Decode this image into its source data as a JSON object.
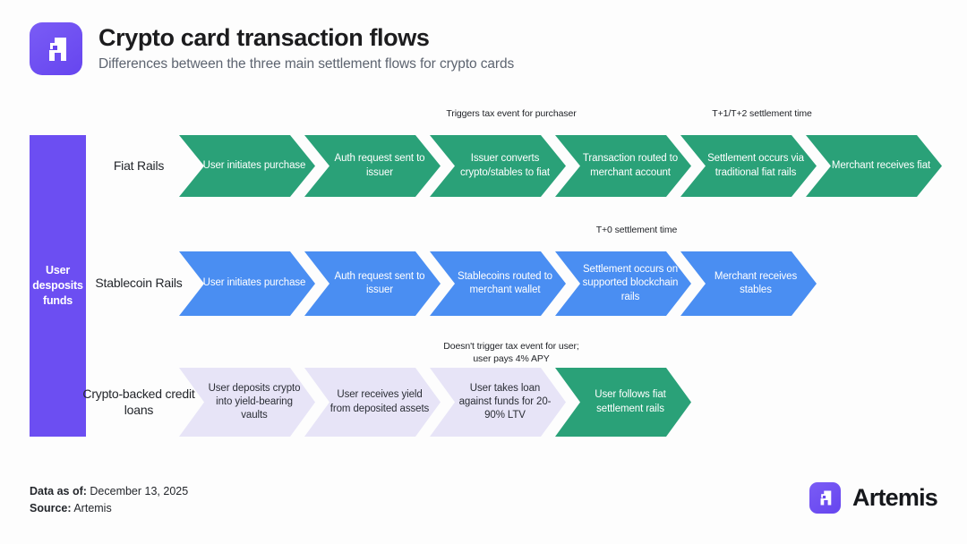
{
  "header": {
    "title": "Crypto card transaction flows",
    "subtitle": "Differences between the three main settlement flows for crypto cards",
    "logo_icon": "artemis-logo-icon",
    "brand_color": "#6c4ef2"
  },
  "diagram": {
    "entry": {
      "label": "User desposits funds",
      "color": "#6c4ef2"
    },
    "colors": {
      "green": "#2aa178",
      "blue": "#4a8ef2",
      "lavender": "#e7e4f7"
    },
    "rows": [
      {
        "label": "Fiat Rails",
        "color": "#2aa178",
        "steps": [
          {
            "text": "User initiates purchase",
            "style": "green",
            "note": ""
          },
          {
            "text": "Auth request sent to issuer",
            "style": "green",
            "note": ""
          },
          {
            "text": "Issuer converts crypto/stables to fiat",
            "style": "green",
            "note": "Triggers tax event for purchaser"
          },
          {
            "text": "Transaction routed to merchant account",
            "style": "green",
            "note": ""
          },
          {
            "text": "Settlement occurs via traditional fiat rails",
            "style": "green",
            "note": "T+1/T+2 settlement time"
          },
          {
            "text": "Merchant receives fiat",
            "style": "green",
            "note": ""
          }
        ]
      },
      {
        "label": "Stablecoin Rails",
        "color": "#4a8ef2",
        "steps": [
          {
            "text": "User initiates purchase",
            "style": "blue",
            "note": ""
          },
          {
            "text": "Auth request sent to issuer",
            "style": "blue",
            "note": ""
          },
          {
            "text": "Stablecoins routed to merchant wallet",
            "style": "blue",
            "note": ""
          },
          {
            "text": "Settlement occurs on supported blockchain rails",
            "style": "blue",
            "note": "T+0 settlement time"
          },
          {
            "text": "Merchant receives stables",
            "style": "blue",
            "note": ""
          }
        ]
      },
      {
        "label": "Crypto-backed credit loans",
        "color": "#e7e4f7",
        "steps": [
          {
            "text": "User deposits crypto into yield-bearing vaults",
            "style": "lav",
            "note": ""
          },
          {
            "text": "User receives yield from deposited assets",
            "style": "lav",
            "note": ""
          },
          {
            "text": "User takes loan against funds for 20-90% LTV",
            "style": "lav",
            "note": "Doesn't trigger tax event for user; user pays 4% APY"
          },
          {
            "text": "User follows fiat settlement rails",
            "style": "green",
            "note": ""
          }
        ]
      }
    ]
  },
  "footer": {
    "data_as_of_label": "Data as of:",
    "data_as_of_value": "December 13, 2025",
    "source_label": "Source:",
    "source_value": "Artemis",
    "brand_name": "Artemis"
  }
}
